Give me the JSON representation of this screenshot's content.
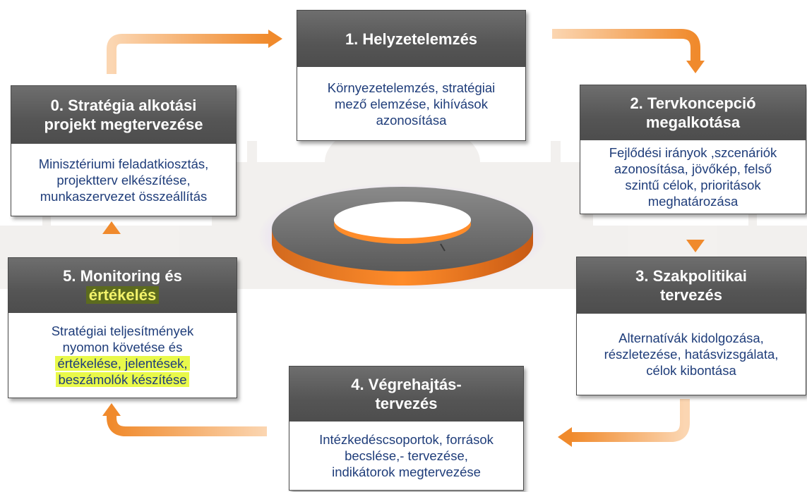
{
  "colors": {
    "arrow": "#f08a2c",
    "header": "#5a5a5a",
    "body_text": "#1f3d7a",
    "highlight_yellow": "#e9f94a",
    "highlight_dark": "#5c6b1e"
  },
  "steps": {
    "s0": {
      "title_lines": [
        "0. Stratégia alkotási",
        "projekt megtervezése"
      ],
      "body_lines": [
        "Minisztériumi feladatkiosztás,",
        "projektterv elkészítése,",
        "munkaszervezet összeállítás"
      ]
    },
    "s1": {
      "title_lines": [
        "1. Helyzetelemzés"
      ],
      "body_lines": [
        "Környezetelemzés, stratégiai",
        "mező elemzése, kihívások",
        "azonosítása"
      ]
    },
    "s2": {
      "title_lines": [
        "2. Tervkoncepció",
        "megalkotása"
      ],
      "body_lines": [
        "Fejlődési irányok ,szcenáriók",
        "azonosítása, jövőkép, felső",
        "szintű célok, prioritások",
        "meghatározása"
      ]
    },
    "s3": {
      "title_lines": [
        "3. Szakpolitikai",
        "tervezés"
      ],
      "body_lines": [
        "Alternatívák kidolgozása,",
        "részletezése, hatásvizsgálata,",
        "célok kibontása"
      ]
    },
    "s4": {
      "title_lines": [
        "4. Végrehajtás-",
        "tervezés"
      ],
      "body_lines": [
        "Intézkedéscsoportok, források",
        "becslése,- tervezése,",
        "indikátorok megtervezése"
      ]
    },
    "s5": {
      "title_line1": "5. Monitoring és",
      "title_line2": "értékelés",
      "body_lines": [
        "Stratégiai teljesítmények",
        "nyomon követése és"
      ],
      "body_highlight_lines": [
        "értékelése, jelentések,",
        "beszámolók készítése"
      ]
    }
  }
}
